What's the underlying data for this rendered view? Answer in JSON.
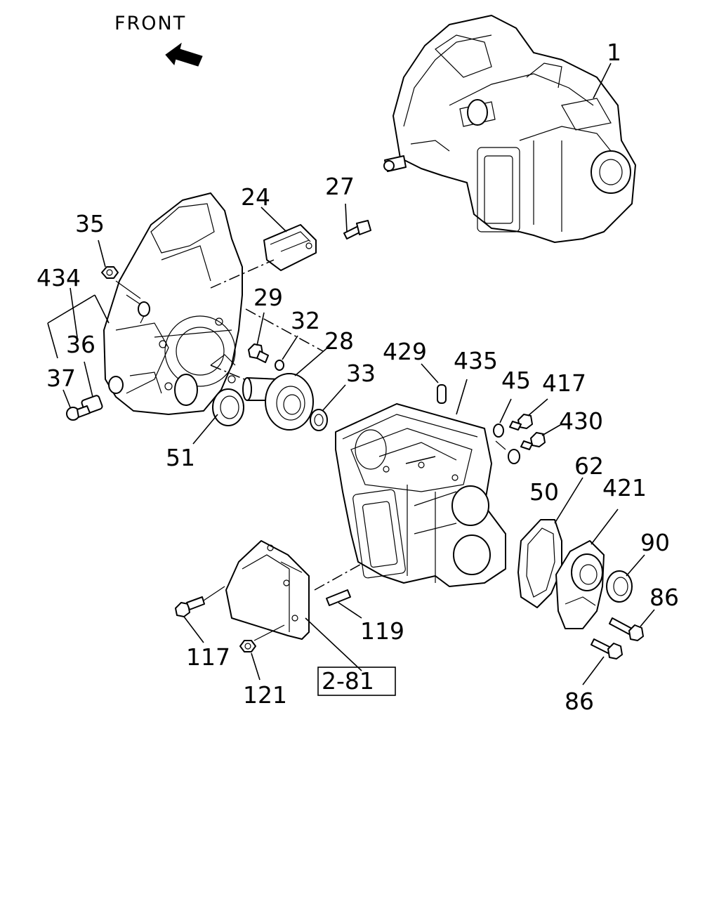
{
  "orientation": {
    "front_label": "FRONT"
  },
  "reference_box": "2-81",
  "labels": {
    "p1": "1",
    "p24": "24",
    "p27": "27",
    "p35": "35",
    "p434": "434",
    "p36": "36",
    "p37": "37",
    "p29": "29",
    "p32": "32",
    "p28": "28",
    "p33": "33",
    "p429": "429",
    "p435": "435",
    "p45": "45",
    "p417": "417",
    "p430": "430",
    "p51": "51",
    "p50": "50",
    "p62": "62",
    "p421": "421",
    "p90": "90",
    "p86a": "86",
    "p86b": "86",
    "p117": "117",
    "p119": "119",
    "p121": "121"
  }
}
